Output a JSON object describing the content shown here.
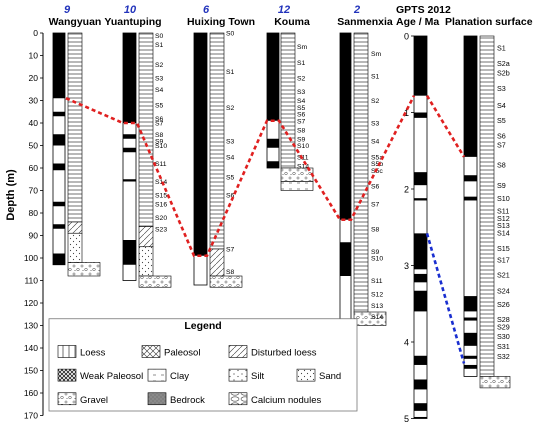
{
  "depth_axis": {
    "label": "Depth (m)",
    "ticks": [
      "0",
      "10",
      "20",
      "30",
      "40",
      "50",
      "60",
      "70",
      "80",
      "90",
      "100",
      "110",
      "120",
      "130",
      "140",
      "150",
      "160",
      "170"
    ]
  },
  "sections": [
    {
      "id": "wangyuan",
      "number": "9",
      "name": "Wangyuan",
      "unit_labels": []
    },
    {
      "id": "yuantuping",
      "number": "10",
      "name": "Yuantuping",
      "unit_labels": [
        "S0",
        "S1",
        "S2",
        "S3",
        "S4",
        "S5",
        "S6",
        "S7",
        "S8",
        "S9",
        "S10",
        "S11",
        "S14",
        "S15",
        "S16",
        "S20",
        "S23"
      ]
    },
    {
      "id": "huixing",
      "number": "6",
      "name": "Huixing Town",
      "unit_labels": [
        "S0",
        "S1",
        "S2",
        "S3",
        "S4",
        "S5",
        "S6",
        "S7",
        "S8"
      ]
    },
    {
      "id": "kouma",
      "number": "12",
      "name": "Kouma",
      "unit_labels": [
        "Sm",
        "S1",
        "S2",
        "S3",
        "S4",
        "S5",
        "S6",
        "S7",
        "S8",
        "S9",
        "S10",
        "S11",
        "S14"
      ]
    },
    {
      "id": "sanmenxia",
      "number": "2",
      "name": "Sanmenxia",
      "unit_labels": [
        "Sm",
        "S1",
        "S2",
        "S3",
        "S4",
        "S5a",
        "S5b",
        "S5c",
        "S6",
        "S7",
        "S8",
        "S9",
        "S10",
        "S11",
        "S12",
        "S13",
        "S14"
      ]
    }
  ],
  "gpts": {
    "title": "GPTS 2012",
    "age_label": "Age / Ma",
    "ticks": [
      "0",
      "1",
      "2",
      "3",
      "4",
      "5"
    ]
  },
  "planation": {
    "title": "Planation surface",
    "unit_labels": [
      "S1",
      "S2a",
      "S2b",
      "S3",
      "S4",
      "S5",
      "S6",
      "S7",
      "S8",
      "S9",
      "S10",
      "S11",
      "S12",
      "S13",
      "S14",
      "S15",
      "S17",
      "S21",
      "S24",
      "S26",
      "S28",
      "S29",
      "S30",
      "S31",
      "S32"
    ]
  },
  "legend": {
    "title": "Legend",
    "items": [
      {
        "label": "Loess",
        "pattern": "loess"
      },
      {
        "label": "Paleosol",
        "pattern": "paleosol"
      },
      {
        "label": "Disturbed loess",
        "pattern": "disturbed"
      },
      {
        "label": "Weak Paleosol",
        "pattern": "weak"
      },
      {
        "label": "Clay",
        "pattern": "clay"
      },
      {
        "label": "Silt",
        "pattern": "silt"
      },
      {
        "label": "Sand",
        "pattern": "sand"
      },
      {
        "label": "Gravel",
        "pattern": "gravel"
      },
      {
        "label": "Bedrock",
        "pattern": "bedrock"
      },
      {
        "label": "Calcium nodules",
        "pattern": "nodules"
      }
    ]
  },
  "colors": {
    "section_number": "#2233bb",
    "correlation_red": "#e02020",
    "correlation_blue": "#1a2fd0",
    "polarity_normal": "#000000"
  }
}
